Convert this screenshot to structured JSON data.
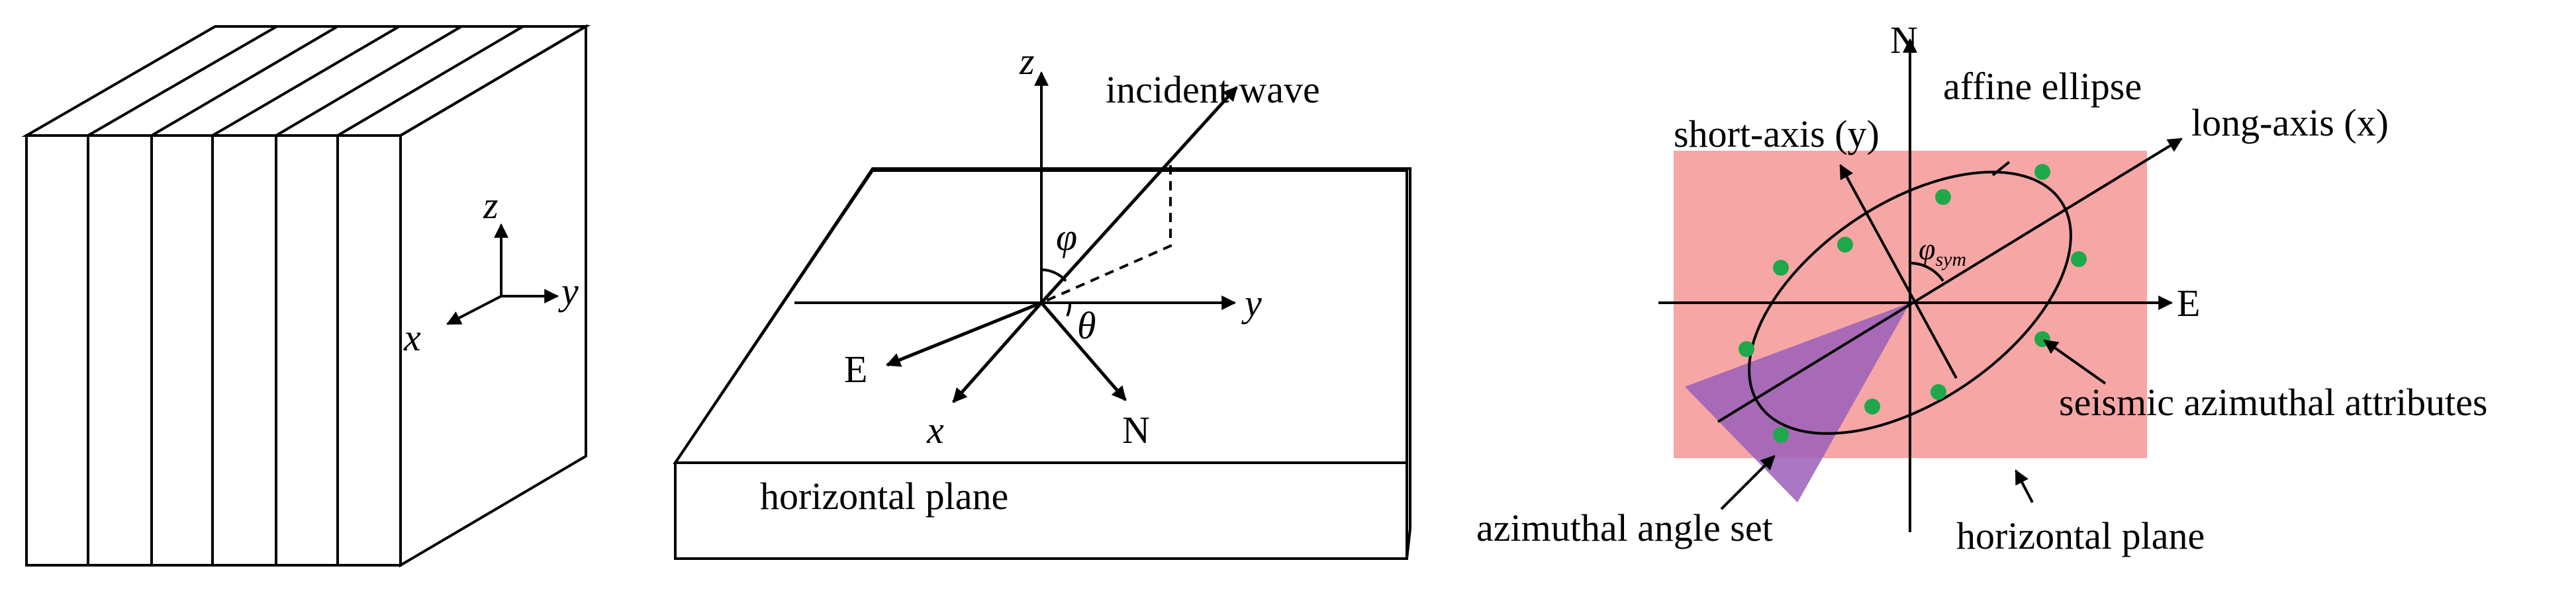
{
  "panel1": {
    "axes": {
      "z": "z",
      "y": "y",
      "x": "x"
    }
  },
  "panel2": {
    "incident_wave": "incident wave",
    "z": "z",
    "y": "y",
    "x": "x",
    "E": "E",
    "N": "N",
    "phi": "φ",
    "theta": "θ",
    "plane_label": "horizontal plane"
  },
  "panel3": {
    "N": "N",
    "E": "E",
    "affine_ellipse": "affine ellipse",
    "short_axis": "short-axis (y)",
    "long_axis": "long-axis (x)",
    "phi_sym_main": "φ",
    "phi_sym_sub": "sym",
    "seismic_attributes": "seismic azimuthal attributes",
    "azimuthal_angle_set": "azimuthal angle set",
    "horizontal_plane": "horizontal plane",
    "colors": {
      "plane": "#f7a6a6",
      "wedge": "#9a5fb8",
      "points": "#1fa84a"
    }
  }
}
